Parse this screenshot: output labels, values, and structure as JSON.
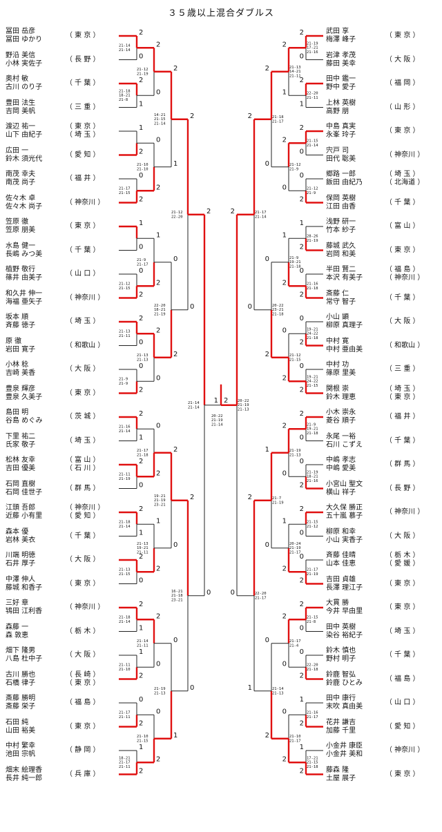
{
  "title": "３５歳以上混合ダブルス",
  "left_pairs": [
    {
      "players": [
        "冨田 岳彦",
        "冨田 ゆかり"
      ],
      "pref": "（ 東 京 ）"
    },
    {
      "players": [
        "野沿 美信",
        "小林 実佐子"
      ],
      "pref": "（ 長 野 ）"
    },
    {
      "players": [
        "奥村 敏",
        "古川 のり子"
      ],
      "pref": "（ 千 葉 ）"
    },
    {
      "players": [
        "豊田 法生",
        "吉岡 美帆"
      ],
      "pref": "（ 三 重 ）"
    },
    {
      "players": [
        "渡辺 祐一",
        "山下 由紀子"
      ],
      "pref": "（ 東 京 ）\n（ 埼 玉 ）"
    },
    {
      "players": [
        "広田 一",
        "鈴木 須光代"
      ],
      "pref": "（ 愛 知 ）"
    },
    {
      "players": [
        "南茂 幸夫",
        "南茂 尚子"
      ],
      "pref": "（ 福 井 ）"
    },
    {
      "players": [
        "佐々木 卓",
        "佐々木 尚子"
      ],
      "pref": "（ 神奈川 ）"
    },
    {
      "players": [
        "笠原 徹",
        "笠原 朋美"
      ],
      "pref": "（ 東 京 ）"
    },
    {
      "players": [
        "水島 健一",
        "長嶋 みつ美"
      ],
      "pref": "（ 千 葉 ）"
    },
    {
      "players": [
        "植野 敬行",
        "篠井 由美子"
      ],
      "pref": "（ 山 口 ）"
    },
    {
      "players": [
        "和久井 伸一",
        "海福 亜矢子"
      ],
      "pref": "（ 神奈川 ）"
    },
    {
      "players": [
        "坂本 順",
        "斉藤 徳子"
      ],
      "pref": "（ 埼 玉 ）"
    },
    {
      "players": [
        "原 徹",
        "岩田 寛子"
      ],
      "pref": "（ 和歌山 ）"
    },
    {
      "players": [
        "小林 稔",
        "吉崎 美香"
      ],
      "pref": "（ 大 阪 ）"
    },
    {
      "players": [
        "豊泉 輝彦",
        "豊泉 久美子"
      ],
      "pref": "（ 東 京 ）"
    },
    {
      "players": [
        "島田 明",
        "谷島 めぐみ"
      ],
      "pref": "（ 茨 城 ）"
    },
    {
      "players": [
        "下里 祐二",
        "氏家 敬子"
      ],
      "pref": "（ 埼 玉 ）"
    },
    {
      "players": [
        "松林 友幸",
        "吉田 優美"
      ],
      "pref": "（ 富 山 ）\n（ 石 川 ）"
    },
    {
      "players": [
        "石岡 直樹",
        "石岡 佳世子"
      ],
      "pref": "（ 群 馬 ）"
    },
    {
      "players": [
        "江頭 吾郎",
        "近藤 小有里"
      ],
      "pref": "（ 神奈川 ）\n（ 愛 知 ）"
    },
    {
      "players": [
        "森本 優",
        "岩林 美衣"
      ],
      "pref": "（ 千 葉 ）"
    },
    {
      "players": [
        "川端 明徳",
        "石井 厚子"
      ],
      "pref": "（ 大 阪 ）"
    },
    {
      "players": [
        "中澤 伸人",
        "藤城 和香子"
      ],
      "pref": "（ 東 京 ）"
    },
    {
      "players": [
        "三好 章",
        "鴇田 江利香"
      ],
      "pref": "（ 神奈川 ）"
    },
    {
      "players": [
        "森藤 一",
        "森 敦恵"
      ],
      "pref": "（ 栃 木 ）"
    },
    {
      "players": [
        "畑下 隆男",
        "八島 杜中子"
      ],
      "pref": "（ 大 阪 ）"
    },
    {
      "players": [
        "古川 勝也",
        "石橋 律子"
      ],
      "pref": "（ 長 崎 ）\n（ 東 京 ）"
    },
    {
      "players": [
        "斎藤 勝明",
        "斎藤 栄子"
      ],
      "pref": "（ 福 島 ）"
    },
    {
      "players": [
        "石田 純",
        "山田 裕美"
      ],
      "pref": "（ 東 京 ）"
    },
    {
      "players": [
        "中村 繁幸",
        "池田 宗帆"
      ],
      "pref": "（ 静 岡 ）"
    },
    {
      "players": [
        "畑末 絵理香",
        "長井 純一郎"
      ],
      "pref": "（ 兵 庫 ）"
    }
  ],
  "right_pairs": [
    {
      "players": [
        "武田 享",
        "梅澤 峰子"
      ],
      "pref": "（ 東 京 ）"
    },
    {
      "players": [
        "岩津 孝茂",
        "藤田 美幸"
      ],
      "pref": "（ 大 阪 ）"
    },
    {
      "players": [
        "田中 鑑一",
        "野中 愛子"
      ],
      "pref": "（ 福 岡 ）"
    },
    {
      "players": [
        "上林 英樹",
        "高野 朋"
      ],
      "pref": "（ 山 形 ）"
    },
    {
      "players": [
        "中島 真実",
        "永峯 玲子"
      ],
      "pref": "（ 東 京 ）"
    },
    {
      "players": [
        "宍戸 司",
        "田代 聡美"
      ],
      "pref": "（ 神奈川 ）"
    },
    {
      "players": [
        "郷路 一郎",
        "飯田 由紀乃"
      ],
      "pref": "（ 埼 玉 ）\n（ 北海道 ）"
    },
    {
      "players": [
        "保岡 英樹",
        "江田 由香"
      ],
      "pref": "（ 千 葉 ）"
    },
    {
      "players": [
        "浅野 研一",
        "竹本 紗子"
      ],
      "pref": "（ 富 山 ）"
    },
    {
      "players": [
        "藤城 武久",
        "岩岡 和美"
      ],
      "pref": "（ 東 京 ）"
    },
    {
      "players": [
        "半田 賢二",
        "本沢 有美子"
      ],
      "pref": "（ 福 島 ）\n（ 神奈川 ）"
    },
    {
      "players": [
        "斎藤 仁",
        "常守 智子"
      ],
      "pref": "（ 千 葉 ）"
    },
    {
      "players": [
        "小山 顕",
        "柳原 真理子"
      ],
      "pref": "（ 大 阪 ）"
    },
    {
      "players": [
        "中村 寛",
        "中村 亜由美"
      ],
      "pref": "（ 和歌山 ）"
    },
    {
      "players": [
        "中村 功",
        "篠原 里美"
      ],
      "pref": "（ 三 重 ）"
    },
    {
      "players": [
        "関根 崇",
        "鈴木 理恵"
      ],
      "pref": "（ 埼 玉 ）\n（ 東 京 ）"
    },
    {
      "players": [
        "小木 崇永",
        "菱谷 順子"
      ],
      "pref": "（ 福 井 ）"
    },
    {
      "players": [
        "永尾 一裕",
        "石川 こずえ"
      ],
      "pref": "（ 千 葉 ）"
    },
    {
      "players": [
        "中嶋 孝志",
        "中嶋 愛美"
      ],
      "pref": "（ 群 馬 ）"
    },
    {
      "players": [
        "小宮山 聖文",
        "横山 祥子"
      ],
      "pref": "（ 長 野 ）"
    },
    {
      "players": [
        "大久保 勝正",
        "五十嵐 慕子"
      ],
      "pref": "（ 神奈川 ）"
    },
    {
      "players": [
        "柳原 和幸",
        "小山 実香子"
      ],
      "pref": "（ 大 阪 ）"
    },
    {
      "players": [
        "斉藤 佳晴",
        "山本 佳恵"
      ],
      "pref": "（ 栃 木 ）\n（ 愛 媛 ）"
    },
    {
      "players": [
        "吉田 貞雄",
        "長澤 理江子"
      ],
      "pref": "（ 東 京 ）"
    },
    {
      "players": [
        "大貫 勝",
        "今井 早由里"
      ],
      "pref": "（ 東 京 ）"
    },
    {
      "players": [
        "田中 英樹",
        "染谷 裕紀子"
      ],
      "pref": "（ 埼 玉 ）"
    },
    {
      "players": [
        "鈴木 慎也",
        "野村 明子"
      ],
      "pref": "（ 千 葉 ）"
    },
    {
      "players": [
        "鈴鹿 智弘",
        "鈴鹿 ひとみ"
      ],
      "pref": "（ 福 島 ）"
    },
    {
      "players": [
        "田中 康行",
        "末吹 真由美"
      ],
      "pref": "（ 山 口 ）"
    },
    {
      "players": [
        "花井 謙吉",
        "加藤 千里"
      ],
      "pref": "（ 愛 知 ）"
    },
    {
      "players": [
        "小金井 康臣",
        "小金井 美和"
      ],
      "pref": "（ 神奈川 ）"
    },
    {
      "players": [
        "藤森 隆",
        "土屋 展子"
      ],
      "pref": "（ 東 京 ）"
    }
  ],
  "left_r1": [
    {
      "s": [
        "2",
        "0"
      ],
      "sc": "21-14\n21-14"
    },
    {
      "s": [
        "2",
        "1"
      ],
      "sc": "21-18\n18-21\n21-8"
    },
    {
      "s": [
        "1",
        "2"
      ],
      "sc": ""
    },
    {
      "s": [
        "0",
        "2"
      ],
      "sc": "21-17\n21-15"
    },
    {
      "s": [
        "1",
        "0"
      ],
      "sc": ""
    },
    {
      "s": [
        "0",
        "2"
      ],
      "sc": "21-12\n21-15"
    },
    {
      "s": [
        "2",
        "0"
      ],
      "sc": "21-13\n21-11"
    },
    {
      "s": [
        "0",
        "2"
      ],
      "sc": "21-9\n21-9"
    },
    {
      "s": [
        "2",
        "1"
      ],
      "sc": "21-16\n21-14"
    },
    {
      "s": [
        "2",
        "0"
      ],
      "sc": "21-11\n21-19"
    },
    {
      "s": [
        "2",
        "1"
      ],
      "sc": "21-18\n21-14"
    },
    {
      "s": [
        "2",
        "0"
      ],
      "sc": "21-13\n21-15"
    },
    {
      "s": [
        "2",
        "1"
      ],
      "sc": "21-18\n21-14"
    },
    {
      "s": [
        "1",
        "2"
      ],
      "sc": "21-11\n21-10"
    },
    {
      "s": [
        "0",
        "2"
      ],
      "sc": "21-17\n21-11"
    },
    {
      "s": [
        "1",
        "2"
      ],
      "sc": "18-21\n21-17\n21-11"
    }
  ],
  "left_r2": [
    {
      "s": [
        "2",
        "0"
      ],
      "sc": "21-12\n21-19"
    },
    {
      "s": [
        "0",
        "2"
      ],
      "sc": "21-10\n21-10"
    },
    {
      "s": [
        "1",
        "2"
      ],
      "sc": "21-9\n21-17"
    },
    {
      "s": [
        "2",
        "0"
      ],
      "sc": "21-13\n21-13"
    },
    {
      "s": [
        "0",
        "2"
      ],
      "sc": "21-17\n21-18"
    },
    {
      "s": [
        "1",
        "2"
      ],
      "sc": "21-13\n19-21\n21-11"
    },
    {
      "s": [
        "2",
        "0"
      ],
      "sc": "21-14\n21-11"
    },
    {
      "s": [
        "0",
        "2"
      ],
      "sc": "21-10\n21-15"
    }
  ],
  "left_r3": [
    {
      "s": [
        "2",
        "1"
      ],
      "sc": "14-21\n21-15\n21-14"
    },
    {
      "s": [
        "0",
        "2"
      ],
      "sc": "22-20\n18-21\n21-19"
    },
    {
      "s": [
        "2",
        "0"
      ],
      "sc": "19-21\n21-19\n23-21"
    },
    {
      "s": [
        "0",
        "1"
      ],
      "sc": "21-19\n21-13"
    }
  ],
  "left_r4": [
    {
      "s": [
        "2",
        "0"
      ],
      "sc": "21-12\n22-20"
    },
    {
      "s": [
        "2",
        "0"
      ],
      "sc": "16-21\n21-18\n23-21"
    }
  ],
  "left_sf": {
    "s": [
      "2",
      "0"
    ],
    "sc": "21-14\n21-14"
  },
  "right_r1": [
    {
      "s": [
        "2",
        "0"
      ],
      "sc": "21-19\n17-21\n21-16"
    },
    {
      "s": [
        "2",
        "1"
      ],
      "sc": "22-20\n21-11"
    },
    {
      "s": [
        "2",
        "0"
      ],
      "sc": "21-15\n21-14"
    },
    {
      "s": [
        "0",
        "2"
      ],
      "sc": "21-12\n21-9"
    },
    {
      "s": [
        "1",
        "2"
      ],
      "sc": "28-26\n21-19"
    },
    {
      "s": [
        "0",
        "2"
      ],
      "sc": "21-16\n21-18"
    },
    {
      "s": [
        "0",
        "2"
      ],
      "sc": "19-21\n24-22\n21-18"
    },
    {
      "s": [
        "0",
        "2"
      ],
      "sc": "19-21\n24-22\n21-15"
    },
    {
      "s": [
        "2",
        "0"
      ],
      "sc": "21-9\n19-21\n21-18"
    },
    {
      "s": [
        "0",
        "2"
      ],
      "sc": "21-19\n18-21\n21-16"
    },
    {
      "s": [
        "2",
        "0"
      ],
      "sc": "21-15\n21-12"
    },
    {
      "s": [
        "0",
        "2"
      ],
      "sc": "21-17\n21-19"
    },
    {
      "s": [
        "2",
        "0"
      ],
      "sc": "21-15\n21-8"
    },
    {
      "s": [
        "0",
        "2"
      ],
      "sc": "22-20\n21-18"
    },
    {
      "s": [
        "1",
        "2"
      ],
      "sc": "21-16\n21-17"
    },
    {
      "s": [
        "1",
        "2"
      ],
      "sc": "17-21\n21-15\n21-18"
    }
  ],
  "right_r2": [
    {
      "s": [
        "2",
        "1"
      ],
      "sc": "21-13\n14-21\n21-11"
    },
    {
      "s": [
        "2",
        "0"
      ],
      "sc": "21-12\n21-9"
    },
    {
      "s": [
        "1",
        "2"
      ],
      "sc": "21-9\n19-21\n21-18"
    },
    {
      "s": [
        "0",
        "2"
      ],
      "sc": "21-12\n21-15"
    },
    {
      "s": [
        "2",
        "0"
      ],
      "sc": "21-19\n21-13"
    },
    {
      "s": [
        "1",
        "2"
      ],
      "sc": "20-24\n21-19\n21-17"
    },
    {
      "s": [
        "2",
        "0"
      ],
      "sc": "21-17\n21-4"
    },
    {
      "s": [
        "0",
        "2"
      ],
      "sc": "21-10\n21-17"
    }
  ],
  "right_r3": [
    {
      "s": [
        "2",
        "0"
      ],
      "sc": "21-18\n21-17"
    },
    {
      "s": [
        "0",
        "2"
      ],
      "sc": "20-22\n23-21\n21-18"
    },
    {
      "s": [
        "1",
        "0"
      ],
      "sc": "21-7\n21-19"
    },
    {
      "s": [
        "0",
        "2"
      ],
      "sc": "21-14\n21-13"
    }
  ],
  "right_r4": [
    {
      "s": [
        "2",
        "0"
      ],
      "sc": "21-17\n21-14"
    },
    {
      "s": [
        "2",
        "1"
      ],
      "sc": "22-20\n21-17"
    }
  ],
  "right_sf": {
    "s": [
      "2",
      "0"
    ],
    "sc": "20-22\n21-19\n21-13"
  },
  "final": {
    "s": [
      "1",
      "2"
    ],
    "sc": "20-22\n21-19\n21-14"
  }
}
